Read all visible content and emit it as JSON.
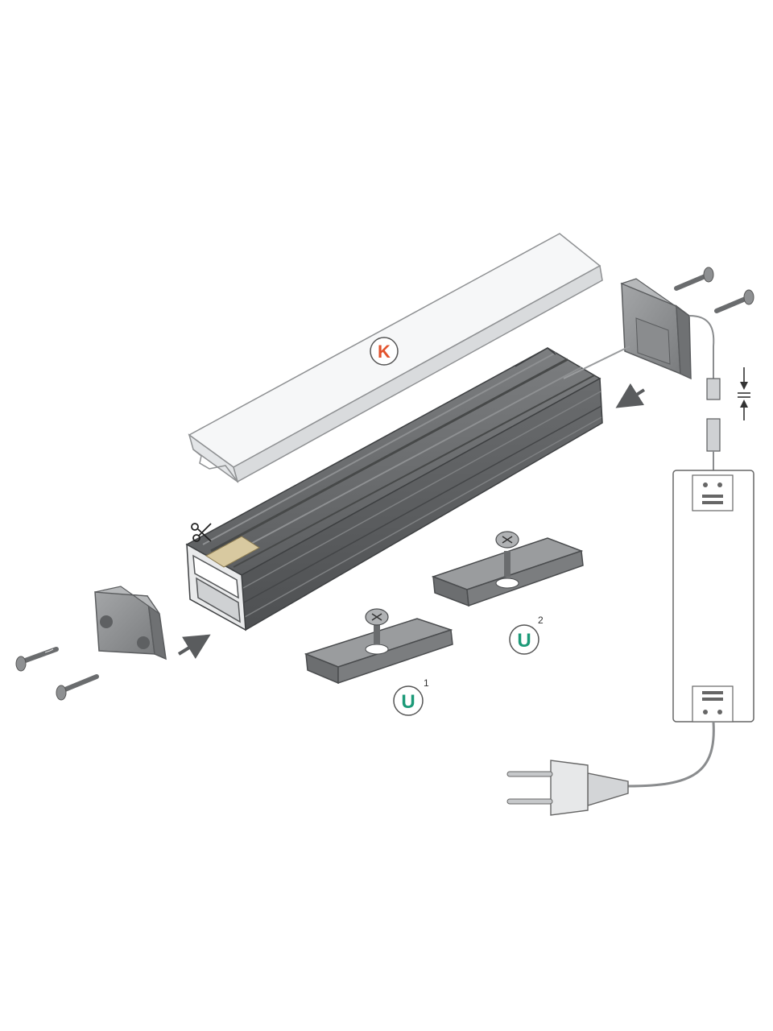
{
  "labels": {
    "cover": "K",
    "clip_1": "U",
    "clip_1_index": "1",
    "clip_2": "U",
    "clip_2_index": "2"
  },
  "colors": {
    "k_label": "#e2532d",
    "u_label": "#1c9a78",
    "profile": "#6b6d6f",
    "cover": "#f3f4f5",
    "parts": "#8e9092",
    "outline": "#4a4c4e"
  },
  "icons": [
    "scissors-icon",
    "arrow-icon",
    "screw-icon",
    "compression-arrows-icon"
  ]
}
